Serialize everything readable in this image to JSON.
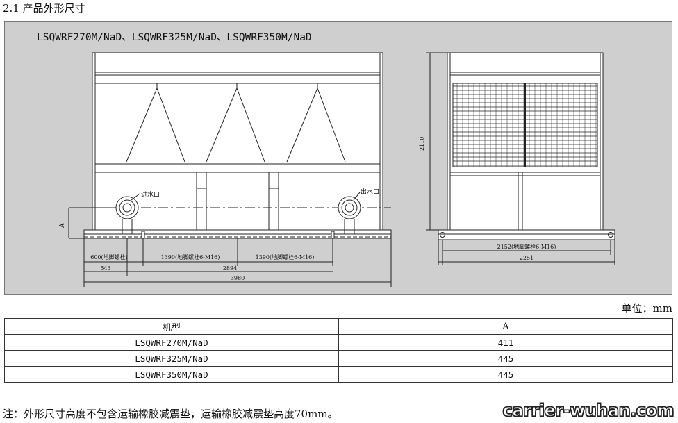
{
  "section_title": "2.1 产品外形尺寸",
  "drawing": {
    "models_caption": "LSQWRF270M/NaD、LSQWRF325M/NaD、LSQWRF350M/NaD",
    "inlet_label": "进水口",
    "outlet_label": "出水口",
    "dim_A_label": "A",
    "dim_600": "600(地脚螺栓)",
    "dim_1390_left": "1390(地脚螺栓6-M16)",
    "dim_1390_right": "1390(地脚螺栓6-M16)",
    "dim_543": "543",
    "dim_2894": "2894",
    "dim_3980": "3980",
    "dim_2110": "2110",
    "dim_2152": "2152(地脚螺栓6-M16)",
    "dim_2251": "2251"
  },
  "unit_label": "单位：mm",
  "table": {
    "headers": [
      "机型",
      "A"
    ],
    "rows": [
      [
        "LSQWRF270M/NaD",
        "411"
      ],
      [
        "LSQWRF325M/NaD",
        "445"
      ],
      [
        "LSQWRF350M/NaD",
        "445"
      ]
    ]
  },
  "note": "注：外形尺寸高度不包含运输橡胶减震垫，运输橡胶减震垫高度70mm。",
  "watermark": "carrier-wuhan.com"
}
